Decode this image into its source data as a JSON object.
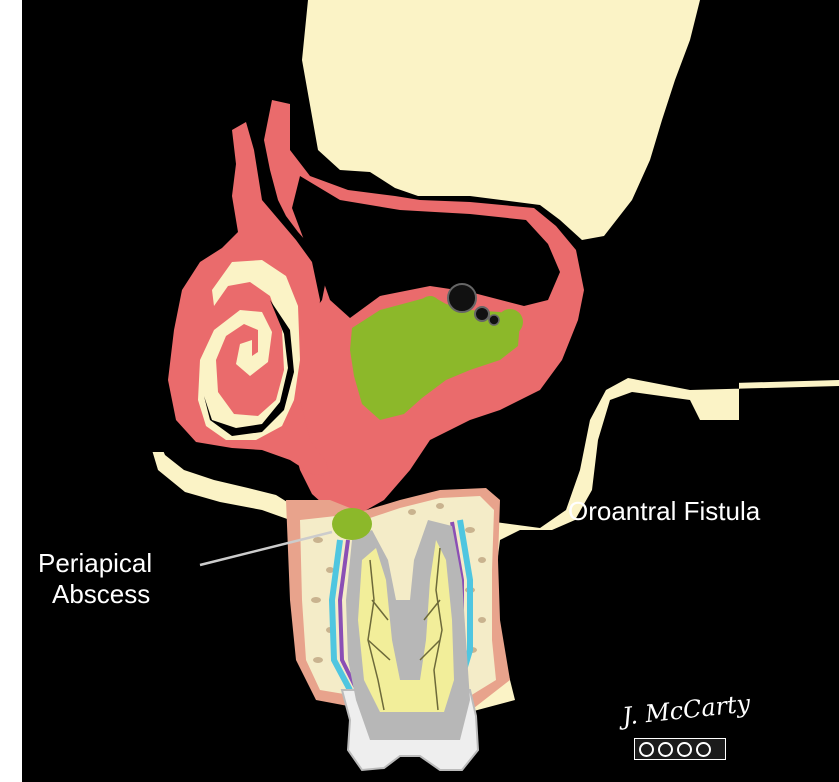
{
  "labels": {
    "fistula": "Oroantral Fistula",
    "abscess_line1": "Periapical",
    "abscess_line2": "Abscess"
  },
  "signature": "J. McCarty",
  "colors": {
    "background": "#000000",
    "bone": "#fbf3c6",
    "mucosa": "#ea6b6c",
    "pus": "#8cb82a",
    "enamel": "#eeeeee",
    "dentin": "#b7b7b7",
    "pulp": "#f2ee9a",
    "label_text": "#ffffff"
  },
  "icons": [
    "creative-commons-badge"
  ]
}
